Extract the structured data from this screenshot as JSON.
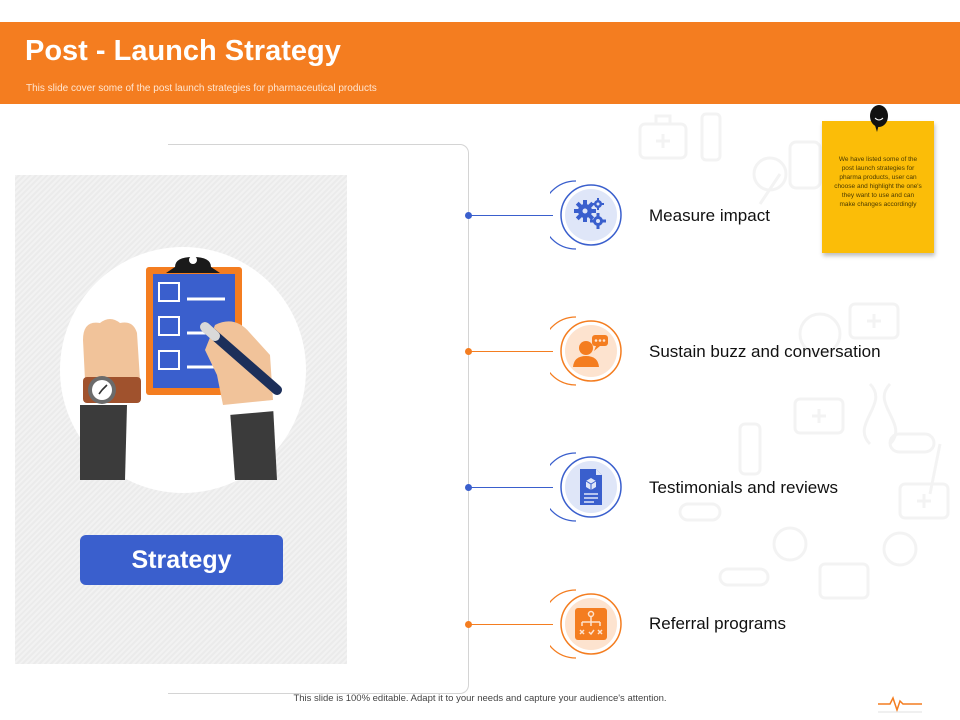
{
  "header": {
    "title": "Post - Launch Strategy",
    "subtitle": "This slide cover some of the post launch strategies for pharmaceutical products"
  },
  "card": {
    "button_label": "Strategy"
  },
  "items": [
    {
      "label": "Measure impact",
      "icon": "gears-icon",
      "color": "#3a5fcd"
    },
    {
      "label": "Sustain buzz and conversation",
      "icon": "user-chat-icon",
      "color": "#f47d20"
    },
    {
      "label": "Testimonials and reviews",
      "icon": "document-icon",
      "color": "#3a5fcd"
    },
    {
      "label": "Referral programs",
      "icon": "hierarchy-icon",
      "color": "#f47d20"
    }
  ],
  "sticky_note": {
    "text": "We have listed some of the post launch strategies for pharma products, user can choose and highlight the one's they want to use and can make changes accordingly"
  },
  "footer": {
    "text": "This slide is 100% editable. Adapt it to your needs and capture your audience's attention."
  },
  "colors": {
    "accent_orange": "#f47d20",
    "accent_blue": "#3a5fcd",
    "sticky_yellow": "#fbbd08"
  }
}
